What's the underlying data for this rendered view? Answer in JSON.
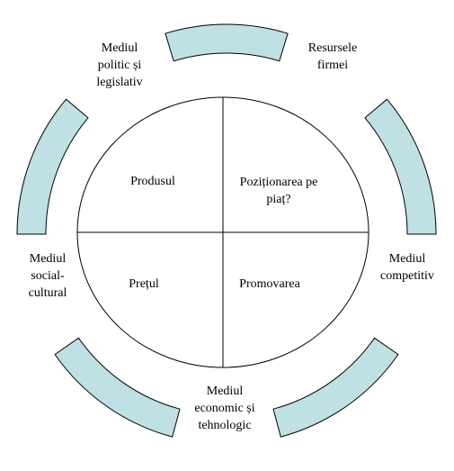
{
  "colors": {
    "segment_fill": "#bfe1e3",
    "stroke": "#000000",
    "background": "#ffffff"
  },
  "quadrants": {
    "top_left": "Produsul",
    "top_right": "Poziționarea pe\npiaț?",
    "bottom_left": "Prețul",
    "bottom_right": "Promovarea"
  },
  "environment": {
    "top_left": "Mediul\npolitic și\nlegislativ",
    "top_right": "Resursele\nfirmei",
    "left": "Mediul\nsocial-\ncultural",
    "right": "Mediul\ncompetitiv",
    "bottom": "Mediul\neconomic și\ntehnologic"
  }
}
